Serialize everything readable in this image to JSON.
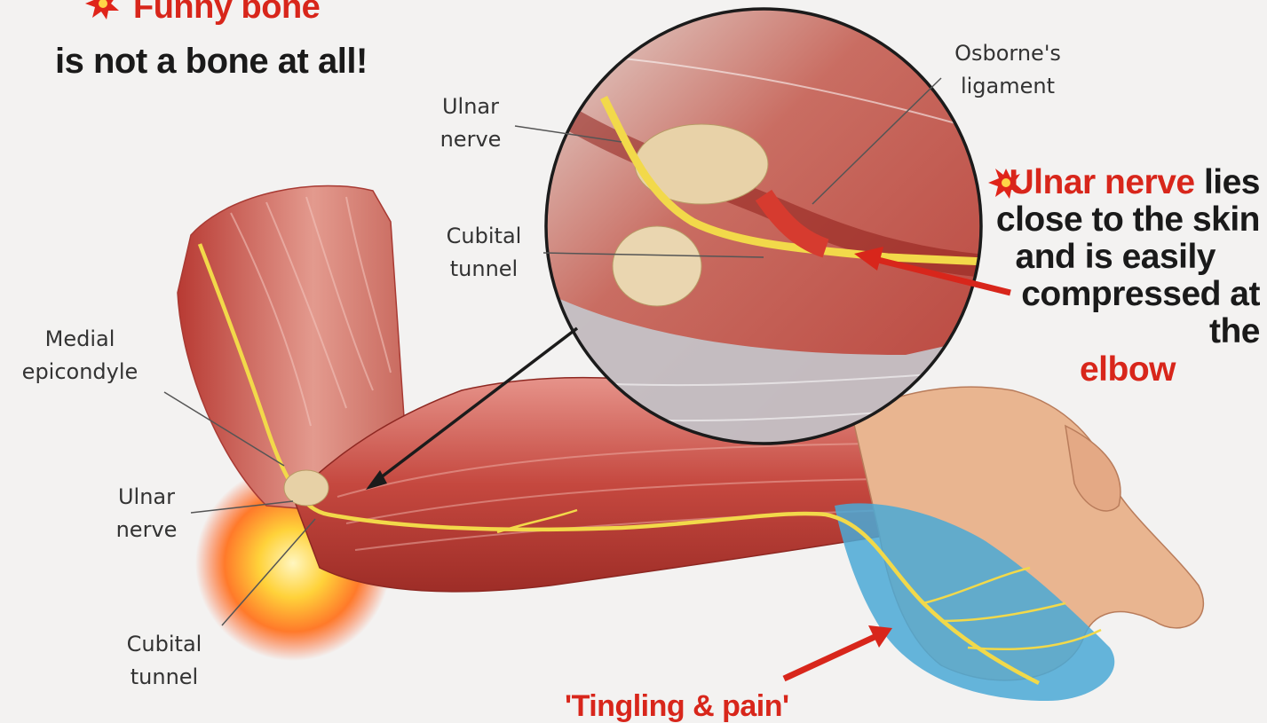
{
  "colors": {
    "accent_red": "#d8261b",
    "nerve_yellow": "#f2d94a",
    "muscle_red": "#c8453e",
    "skin": "#e8b28e",
    "tingle_blue": "#4aa9d6",
    "text_dark": "#1a1a1a"
  },
  "icons": [
    "burst-icon",
    "burst-icon"
  ],
  "headline": {
    "line1": "Funny bone",
    "line2": "is not a bone at all!"
  },
  "callout": {
    "highlight": "Ulnar nerve",
    "line1_rest": " lies",
    "line2": "close to the skin",
    "line3": "and is easily",
    "line4": "compressed at the",
    "line5": "elbow"
  },
  "labels": {
    "osbornes_line1": "Osborne's",
    "osbornes_line2": "ligament",
    "ulnar_inset_line1": "Ulnar",
    "ulnar_inset_line2": "nerve",
    "cubital_inset_line1": "Cubital",
    "cubital_inset_line2": "tunnel",
    "medial_line1": "Medial",
    "medial_line2": "epicondyle",
    "ulnar_arm_line1": "Ulnar",
    "ulnar_arm_line2": "nerve",
    "cubital_arm_line1": "Cubital",
    "cubital_arm_line2": "tunnel"
  },
  "bottom_caption": "'Tingling & pain'"
}
